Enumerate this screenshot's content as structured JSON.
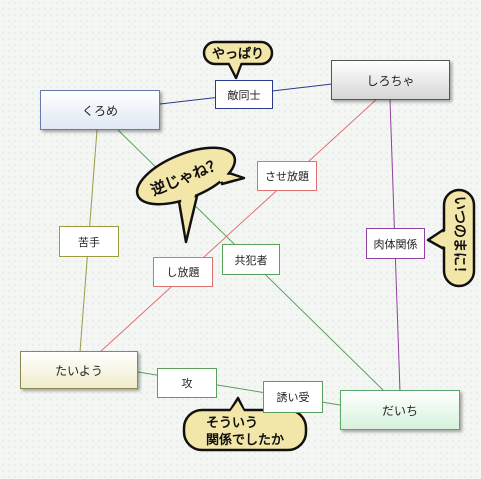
{
  "nodes": {
    "kurome": "くろめ",
    "shirocha": "しろちゃ",
    "taiyou": "たいよう",
    "daichi": "だいち"
  },
  "relations": {
    "teki_doushi": "敵同士",
    "sase_houdai": "させ放題",
    "kyouhansha": "共犯者",
    "nigate": "苦手",
    "shi_houdai": "し放題",
    "nikutai_kankei": "肉体関係",
    "seme": "攻",
    "sasoi_uke": "誘い受"
  },
  "bubbles": {
    "yappari": "やっぱり",
    "gyaku_janene": "逆じゃね？",
    "itsunomani": "いつのまに！",
    "souiu_line1": "そういう",
    "souiu_line2": "関係でしたか"
  },
  "colors": {
    "kurome_border": "#6a7aa8",
    "shirocha_border": "#555555",
    "taiyou_border": "#8a8a50",
    "daichi_border": "#5aa86a",
    "line_blue": "#2a3a8a",
    "line_red": "#e07070",
    "line_green": "#5aa05a",
    "line_olive": "#9a9a40",
    "line_purple": "#9040a0"
  }
}
